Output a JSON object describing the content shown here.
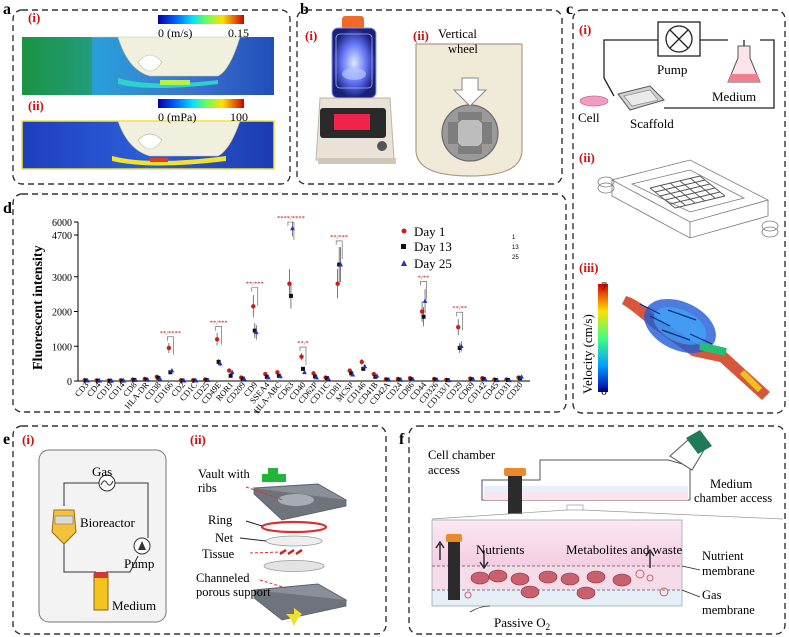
{
  "panel_a": {
    "letter": "a",
    "sub_i": "(i)",
    "sub_ii": "(ii)",
    "cb1_min": "0 (m/s)",
    "cb1_max": "0.15",
    "cb2_min": "0 (mPa)",
    "cb2_max": "100"
  },
  "panel_b": {
    "letter": "b",
    "sub_i": "(i)",
    "sub_ii": "(ii)",
    "wheel_label_1": "Vertical",
    "wheel_label_2": "wheel"
  },
  "panel_c": {
    "letter": "c",
    "sub_i": "(i)",
    "sub_ii": "(ii)",
    "sub_iii": "(iii)",
    "pump": "Pump",
    "medium": "Medium",
    "cell": "Cell",
    "scaffold": "Scaffold",
    "velocity_label": "Velocity (cm/s)",
    "velocity_max": "7",
    "velocity_min": "0"
  },
  "panel_d": {
    "letter": "d",
    "y_label": "Fluorescent intensity",
    "legend_extra": [
      "1",
      "13",
      "25"
    ],
    "asterisk_labels": [
      "**/****",
      "**/***",
      "**/***",
      "****/****",
      "**/*",
      "**/***",
      "*/**",
      "**/**"
    ]
  },
  "panel_e": {
    "letter": "e",
    "sub_i": "(i)",
    "sub_ii": "(ii)",
    "gas": "Gas",
    "bioreactor": "Bioreactor",
    "pump": "Pump",
    "medium": "Medium",
    "vault_1": "Vault with",
    "vault_2": "ribs",
    "ring": "Ring",
    "net": "Net",
    "tissue": "Tissue",
    "channeled_1": "Channeled",
    "channeled_2": "porous support"
  },
  "panel_f": {
    "letter": "f",
    "cell_chamber_1": "Cell chamber",
    "cell_chamber_2": "access",
    "medium_chamber_1": "Medium",
    "medium_chamber_2": "chamber access",
    "nutrients": "Nutrients",
    "metabolites": "Metabolites and waste",
    "nutrient_membrane_1": "Nutrient",
    "nutrient_membrane_2": "membrane",
    "gas_membrane_1": "Gas",
    "gas_membrane_2": "membrane",
    "passive_o2": "Passive O",
    "o2_sub": "2"
  },
  "colors": {
    "panel_border": "#333333",
    "label_red": "#cc1111",
    "day1": "#d11a1a",
    "day13": "#111111",
    "day25": "#2233bb"
  },
  "chart_data": {
    "type": "scatter",
    "ylabel": "Fluorescent intensity",
    "y_ticks": [
      "0",
      "1000",
      "2000",
      "3000",
      "4700",
      "6000"
    ],
    "categories": [
      "CD3",
      "CD4",
      "CD19",
      "CD14",
      "CD8",
      "HLA-DR",
      "CD38",
      "CD166",
      "CD2",
      "CD1C",
      "CD25",
      "CD49E",
      "ROR1",
      "CD209",
      "CD9",
      "SSEA4",
      "HLA-ABC",
      "CD63",
      "CD40",
      "CD62P",
      "CD11C",
      "CD81",
      "MCSP",
      "CD146",
      "CD41B",
      "CD42A",
      "CD24",
      "CD86",
      "CD44",
      "CD326",
      "CD133/1",
      "CD29",
      "CD69",
      "CD142",
      "CD45",
      "CD31",
      "CD20"
    ],
    "series": [
      {
        "name": "Day 1",
        "values": [
          20,
          15,
          10,
          15,
          40,
          60,
          120,
          950,
          20,
          20,
          40,
          1200,
          300,
          100,
          2150,
          200,
          250,
          2800,
          700,
          220,
          100,
          2800,
          300,
          550,
          200,
          50,
          60,
          80,
          2000,
          60,
          30,
          1550,
          70,
          80,
          40,
          40,
          100
        ]
      },
      {
        "name": "Day 13",
        "values": [
          15,
          10,
          8,
          10,
          30,
          40,
          90,
          250,
          15,
          15,
          30,
          550,
          150,
          70,
          1450,
          120,
          150,
          2450,
          350,
          130,
          80,
          3350,
          220,
          350,
          120,
          40,
          40,
          50,
          1850,
          40,
          25,
          950,
          50,
          60,
          30,
          30,
          80
        ]
      },
      {
        "name": "Day 25",
        "values": [
          10,
          8,
          5,
          8,
          25,
          30,
          70,
          300,
          10,
          10,
          25,
          500,
          250,
          60,
          1400,
          100,
          130,
          5350,
          250,
          100,
          60,
          3350,
          180,
          420,
          150,
          30,
          30,
          40,
          2300,
          30,
          20,
          1000,
          40,
          50,
          20,
          20,
          120
        ]
      }
    ]
  }
}
